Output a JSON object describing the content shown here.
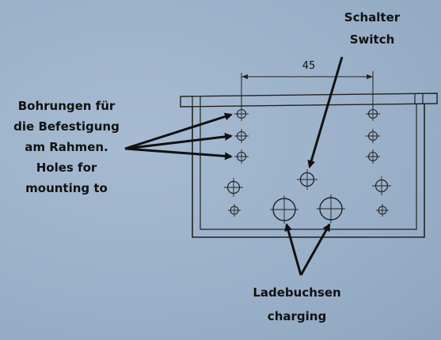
{
  "labels": {
    "holes": [
      "Bohrungen für",
      "die Befestigung",
      "am Rahmen.",
      "Holes for",
      "mounting to"
    ],
    "switch": [
      "Schalter",
      "Switch"
    ],
    "charging": [
      "Ladebuchsen",
      "charging"
    ],
    "dimension": "45"
  },
  "colors": {
    "background": "#9ab0c8",
    "ink": "#111111"
  }
}
